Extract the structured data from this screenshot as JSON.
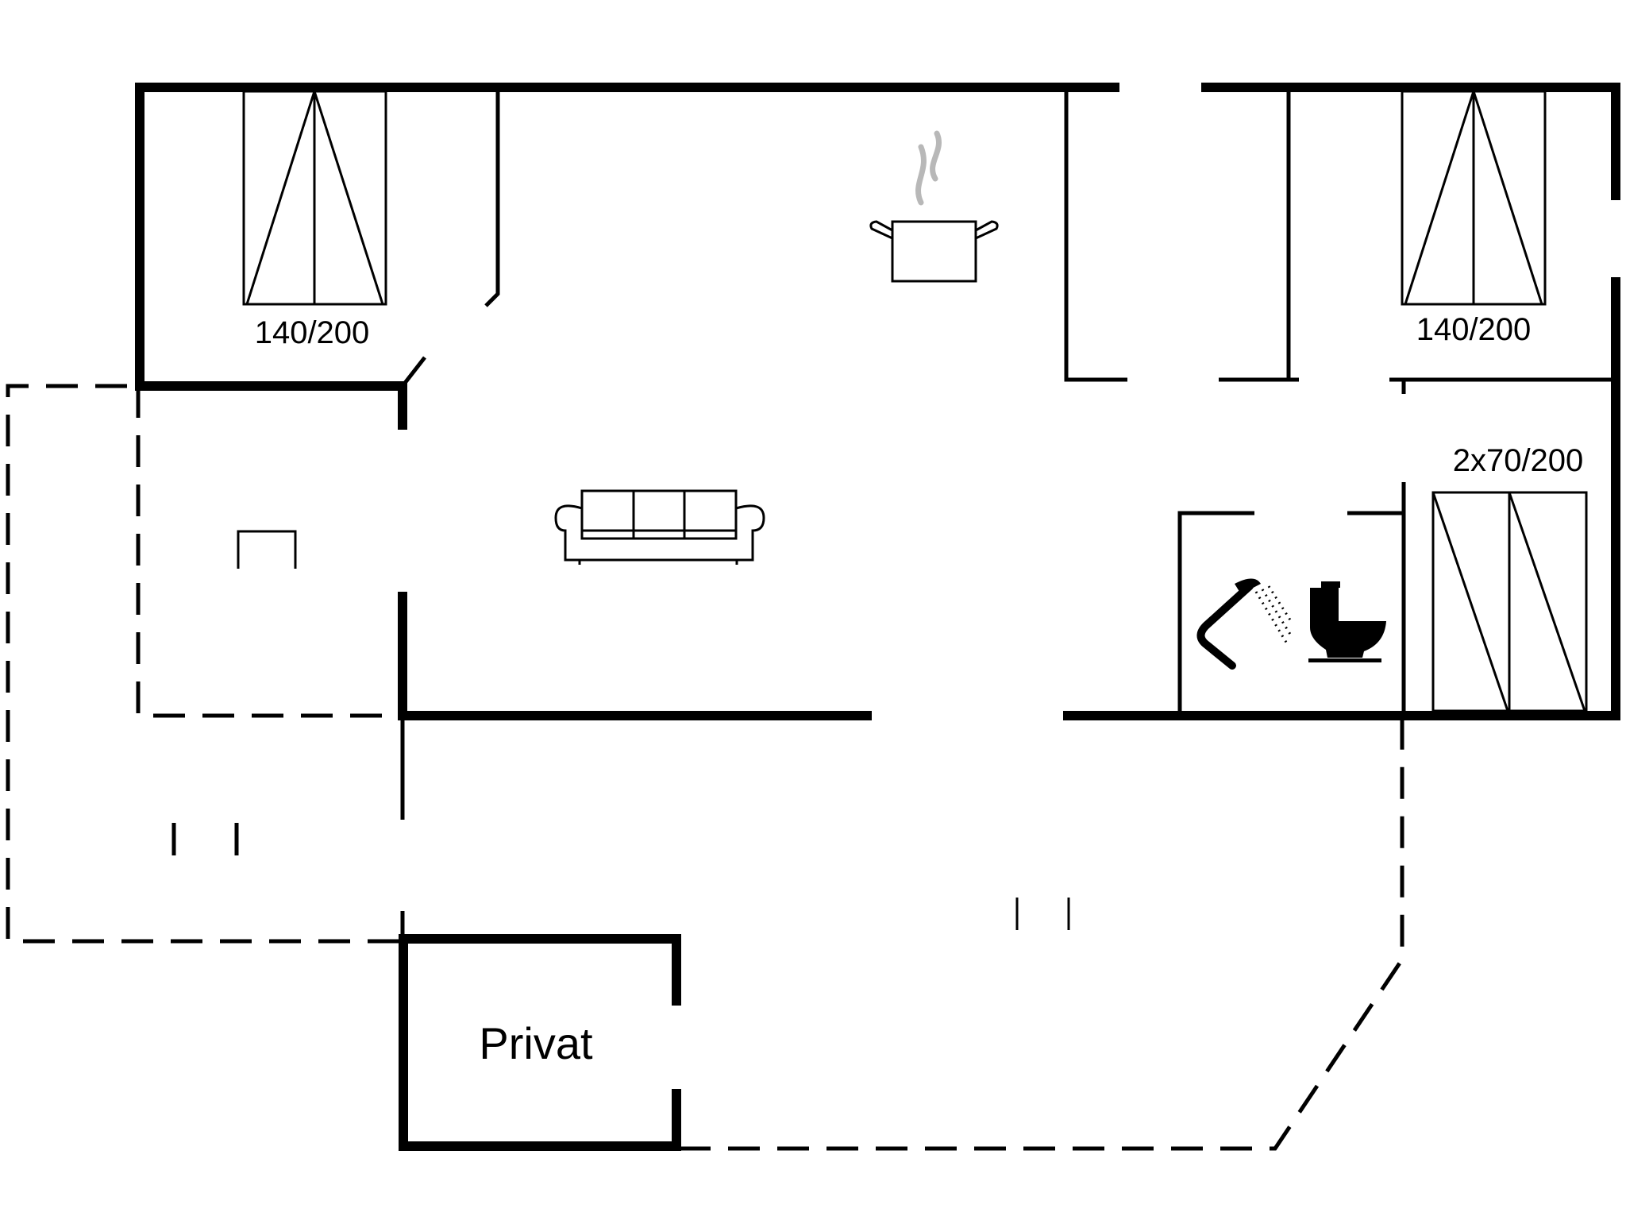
{
  "floorplan": {
    "beds": [
      {
        "id": "bed-left-room",
        "label": "140/200"
      },
      {
        "id": "bed-right-room",
        "label": "140/200"
      },
      {
        "id": "bunk-bed-room",
        "label": "2x70/200"
      }
    ],
    "rooms": [
      {
        "id": "private-room",
        "label": "Privat"
      }
    ],
    "icons": [
      {
        "id": "kitchen",
        "icon": "cooking-pot-icon"
      },
      {
        "id": "living-room",
        "icon": "sofa-icon"
      },
      {
        "id": "bathroom-shower",
        "icon": "shower-icon"
      },
      {
        "id": "bathroom-toilet",
        "icon": "toilet-icon"
      },
      {
        "id": "terrace-chair",
        "icon": "chair-icon"
      }
    ],
    "colors": {
      "wall": "#000000",
      "steam": "#b8b8b8",
      "background": "#ffffff"
    }
  }
}
